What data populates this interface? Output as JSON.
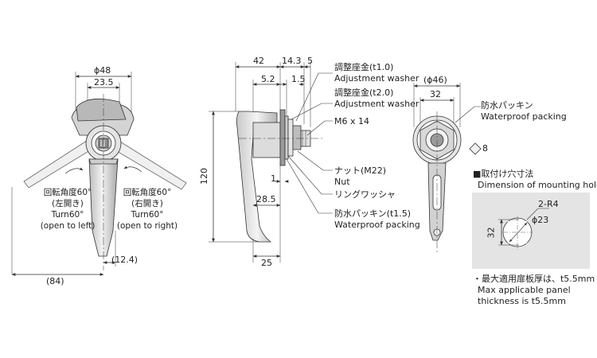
{
  "front_view": {
    "phi48": "ϕ48",
    "d23_5": "23.5",
    "left_turn_jp1": "回転角度60°",
    "left_turn_jp2": "(左開き)",
    "left_turn_en1": "Turn60°",
    "left_turn_en2": "(open to left)",
    "right_turn_jp1": "回転角度60°",
    "right_turn_jp2": "(右開き)",
    "right_turn_en1": "Turn60°",
    "right_turn_en2": "(open to right)",
    "d84": "(84)",
    "d12_4": "(12.4)"
  },
  "side_view": {
    "d42": "42",
    "d14_3": "14.3",
    "d5": "5",
    "d5_2": "5.2",
    "d1_5": "1.5",
    "d120": "120",
    "d1": "1",
    "d28_5": "28.5",
    "d25": "25",
    "washer1_jp": "調整座金(t1.0)",
    "washer1_en": "Adjustment washer",
    "washer2_jp": "調整座金(t2.0)",
    "washer2_en": "Adjustment washer",
    "thread": "M6 x 14",
    "nut_jp": "ナット(M22)",
    "nut_en": "Nut",
    "ring_washer": "リングワッシャ",
    "packing_jp": "防水パッキン(t1.5)",
    "packing_en": "Waterproof packing"
  },
  "rear_view": {
    "phi46": "(ϕ46)",
    "d32": "32",
    "packing_jp": "防水パッキン",
    "packing_en": "Waterproof packing",
    "d8": "8"
  },
  "mounting_hole": {
    "title_jp": "■取付け穴寸法",
    "title_en": "Dimension of mounting hole",
    "r4": "2-R4",
    "phi23": "ϕ23",
    "d32": "32"
  },
  "note": {
    "jp": "・最大適用扉板厚は、t5.5mm",
    "en1": "Max applicable panel",
    "en2": "thickness is t5.5mm"
  },
  "colors": {
    "line": "#333333",
    "thin": "#555555",
    "fill_light": "#e8e8e8",
    "fill_mid": "#cfcfcf",
    "fill_dark": "#9a9a9a",
    "panel_bg": "#e6e6e6"
  }
}
